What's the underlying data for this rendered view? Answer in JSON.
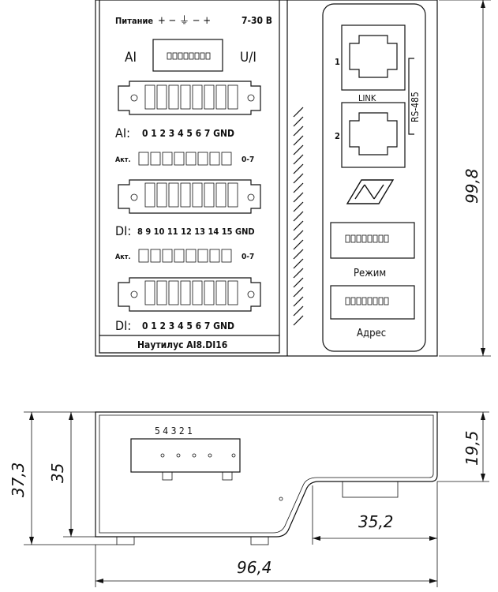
{
  "front_panel": {
    "power_label": "Питание",
    "power_terminals": "+ − ⏚ − +",
    "power_range": "7-30 В",
    "ai_label_left": "AI",
    "ui_label_right": "U/I",
    "ai_row_prefix": "AI:",
    "ai_row_channels": "0 1 2 3 4 5 6 7 GND",
    "act_label": "Акт.",
    "act_range": "0-7",
    "di_row_prefix_top": "DI:",
    "di_row_channels_top": "8 9 10 11 12 13 14 15 GND",
    "act_label_2": "Акт.",
    "act_range_2": "0-7",
    "di_row_prefix_bottom": "DI:",
    "di_row_channels_bottom": "0 1 2 3 4 5 6 7 GND",
    "model_label": "Наутилус AI8.DI16"
  },
  "right_panel": {
    "port1_label": "1",
    "port2_label": "2",
    "link_label": "LINK",
    "rs485_label": "RS-485",
    "mode_label": "Режим",
    "address_label": "Адрес"
  },
  "dimensions": {
    "height_total": "99,8",
    "depth_37": "37,3",
    "depth_35": "35",
    "height_195": "19,5",
    "width_352": "35,2",
    "width_964": "96,4"
  },
  "side_view": {
    "pin_numbers": "5 4 3 2 1"
  }
}
